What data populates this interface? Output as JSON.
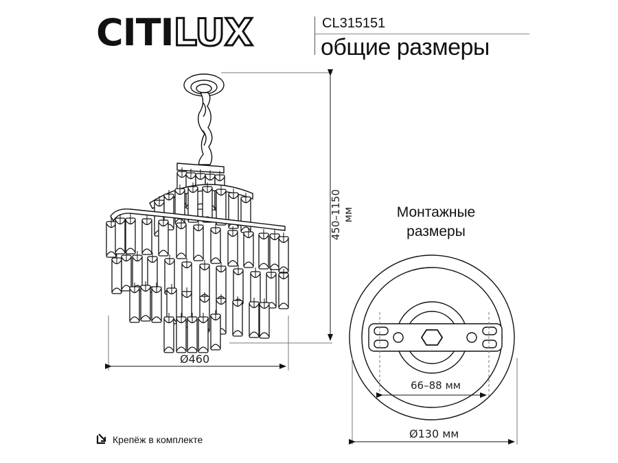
{
  "header": {
    "brand_solid": "CITI",
    "brand_outline": "LUX",
    "model": "CL315151",
    "subtitle": "общие размеры"
  },
  "chandelier": {
    "height_label": "450–1150 мм",
    "diameter_label": "Ø460"
  },
  "mounting": {
    "title_line1": "Монтажные",
    "title_line2": "размеры",
    "bracket_label": "66–88 мм",
    "diameter_label": "Ø130 мм"
  },
  "footer": {
    "icon": "arrow-into-box-icon",
    "text": "Крепёж в комплекте"
  },
  "colors": {
    "line": "#111111",
    "dimension_line": "#777777",
    "background": "#ffffff"
  }
}
